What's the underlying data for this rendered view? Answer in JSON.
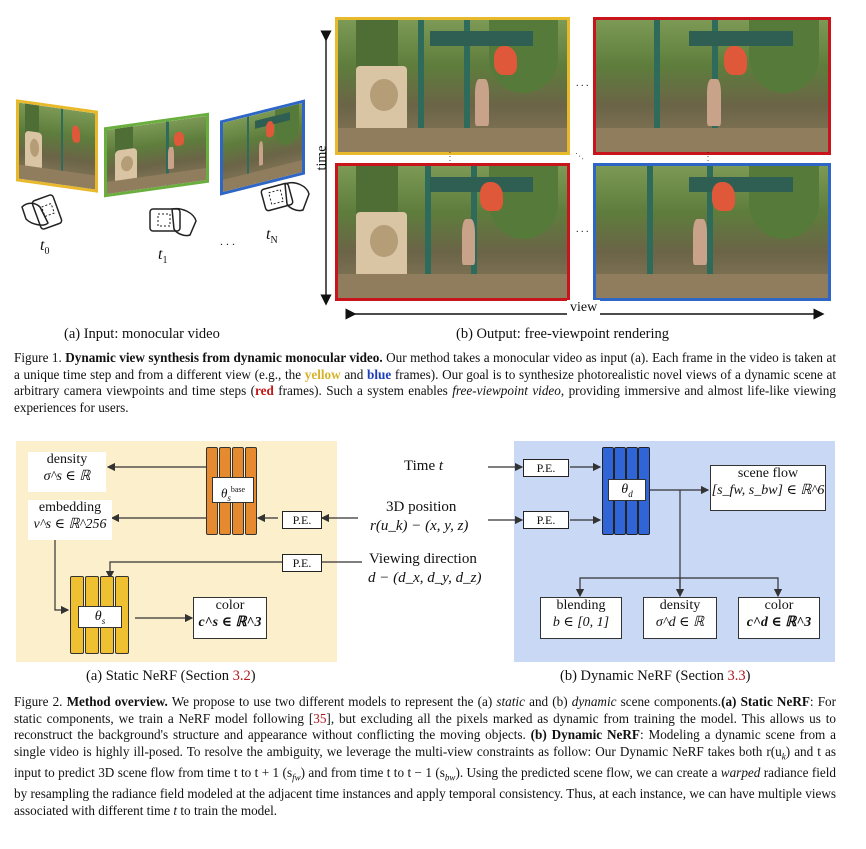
{
  "fig1": {
    "time_axis_label": "time",
    "view_axis_label": "view",
    "input_labels": {
      "t0": "t",
      "t0_sub": "0",
      "t1": "t",
      "t1_sub": "1",
      "tn": "t",
      "tn_sub": "N",
      "dots": ". . ."
    },
    "subcaption_a": "(a) Input: monocular video",
    "subcaption_b": "(b) Output: free-viewpoint rendering",
    "caption": {
      "label": "Figure 1.",
      "title": "Dynamic view synthesis from dynamic monocular video.",
      "text1": " Our method takes a monocular video as input (a). Each frame in the video is taken at a unique time step and from a different view (e.g., the ",
      "yellow": "yellow",
      "and": " and ",
      "blue": "blue",
      "text2": " frames). Our goal is to synthesize photorealistic novel views of a dynamic scene at arbitrary camera viewpoints and time steps (",
      "red": "red",
      "text3": " frames). Such a system enables ",
      "fvv": "free-viewpoint video",
      "text4": ", providing immersive and almost life-like viewing experiences for users."
    },
    "colors": {
      "yellow": "#e9b92c",
      "green": "#6aae3e",
      "blue": "#2e66c6",
      "red": "#c8141b"
    }
  },
  "fig2": {
    "static": {
      "density_label": "density",
      "density_math": "σ^s ∈ ℝ",
      "embedding_label": "embedding",
      "embedding_math": "v^s ∈ ℝ^256",
      "theta_base": "θ",
      "theta_base_sub": "s",
      "theta_base_sup": "base",
      "theta_s": "θ",
      "theta_s_sub": "s",
      "color_label": "color",
      "color_math": "c^s ∈ ℝ^3",
      "pe1": "P.E.",
      "pe2": "P.E.",
      "subcaption": "(a) Static NeRF (Section ",
      "section": "3.2",
      "subcaption_end": ")",
      "bg_color": "#fcefcc",
      "net_color": "#e58a2e",
      "net2_color": "#f0c033"
    },
    "inputs": {
      "time": "Time ",
      "time_var": "t",
      "position": "3D position",
      "position_math": "r(u_k) − (x, y, z)",
      "viewing": "Viewing direction",
      "viewing_math": "d − (d_x, d_y, d_z)"
    },
    "dynamic": {
      "pe1": "P.E.",
      "pe2": "P.E.",
      "theta_d": "θ",
      "theta_d_sub": "d",
      "scene_flow_label": "scene flow",
      "scene_flow_math": "[s_fw, s_bw] ∈ ℝ^6",
      "blending_label": "blending",
      "blending_math": "b ∈ [0, 1]",
      "density_label": "density",
      "density_math": "σ^d ∈ ℝ",
      "color_label": "color",
      "color_math": "c^d ∈ ℝ^3",
      "subcaption": "(b) Dynamic NeRF (Section ",
      "section": "3.3",
      "subcaption_end": ")",
      "bg_color": "#c9d8f5",
      "net_color": "#2f65d6"
    },
    "caption": {
      "label": "Figure 2.",
      "title": "Method overview.",
      "t1": " We propose to use two different models to represent the (a) ",
      "static": "static",
      "t2": " and (b) ",
      "dynamic": "dynamic",
      "t3": " scene components.",
      "a": "(a) Static NeRF",
      "t4": ": For static components, we train a NeRF model following [",
      "ref": "35",
      "t5": "], but excluding all the pixels marked as dynamic from training the model. This allows us to reconstruct the background's structure and appearance without conflicting the moving objects. ",
      "b": "(b) Dynamic NeRF",
      "t6": ": Modeling a dynamic scene from a single video is highly ill-posed. To resolve the ambiguity, we leverage the multi-view constraints as follow: Our Dynamic NeRF takes both r(u",
      "t6b": ") and t as input to predict 3D scene flow from time t to t + 1 (s",
      "t6c": ") and from time t to t − 1 (s",
      "t7": "). Using the predicted scene flow, we can create a ",
      "warped": "warped",
      "t8": " radiance field by resampling the radiance field modeled at the adjacent time instances and apply temporal consistency. Thus, at each instance, we can have multiple views associated with different time ",
      "tvar": "t",
      "t9": " to train the model."
    }
  }
}
